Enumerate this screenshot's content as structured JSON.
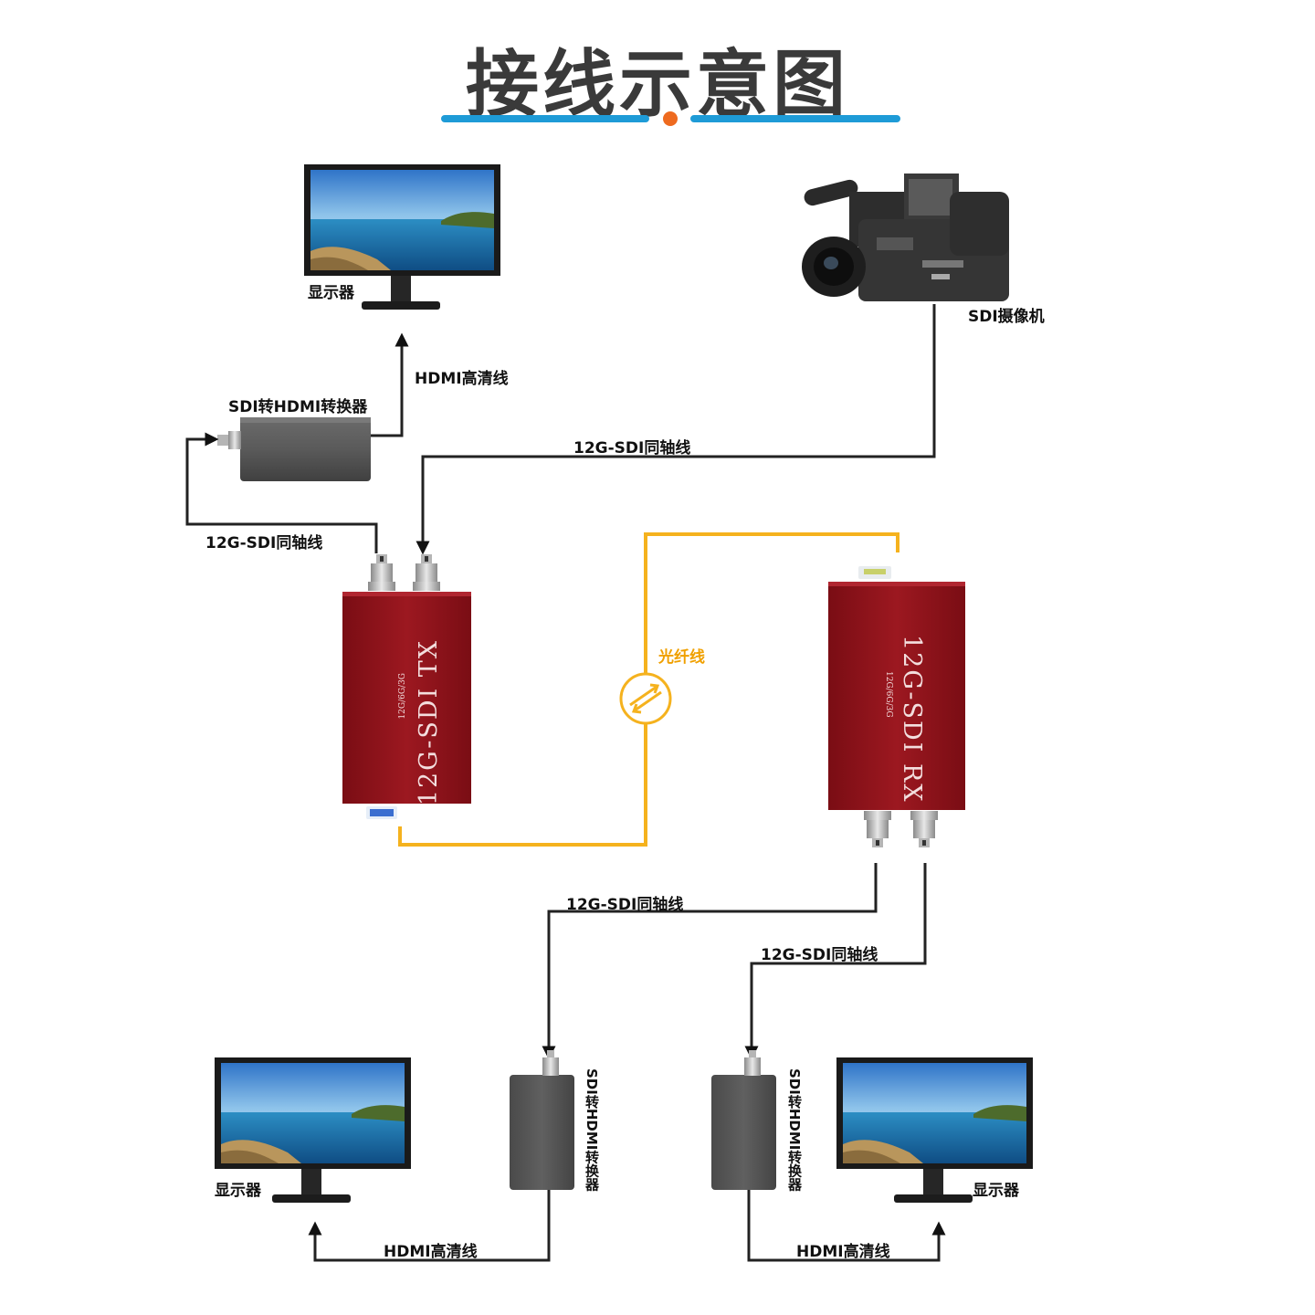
{
  "title": "接线示意图",
  "colors": {
    "title_bar": "#1e9bd7",
    "title_dot": "#ee6a1f",
    "cable": "#222222",
    "fiber": "#f5b21e",
    "device_red": "#8e1018",
    "converter_gray": "#595959"
  },
  "labels": {
    "monitor": "显示器",
    "camera": "SDI摄像机",
    "hdmi_cable": "HDMI高清线",
    "sdi_cable": "12G-SDI同轴线",
    "converter": "SDI转HDMI转换器",
    "fiber": "光纤线"
  },
  "devices": {
    "tx": {
      "model": "12G-SDI TX",
      "spec": "12G/6G/3G"
    },
    "rx": {
      "model": "12G-SDI RX",
      "spec": "12G/6G/3G"
    }
  },
  "icons": [
    "monitor-icon",
    "camera-icon",
    "converter-icon",
    "bnc-connector-icon",
    "fiber-connector-icon",
    "fiber-exchange-icon"
  ]
}
